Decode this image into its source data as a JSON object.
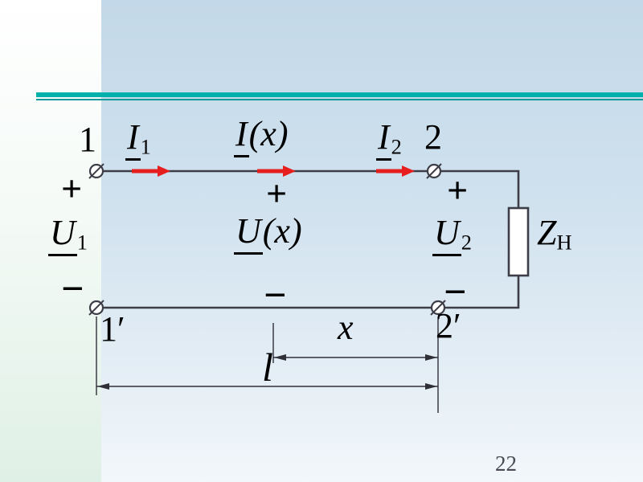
{
  "slide": {
    "page_number": "22"
  },
  "colors": {
    "wire": "#3d3d47",
    "arrow": "#e61e1e",
    "teal_rule": "#00b0ab",
    "background": "#cfe1ee",
    "left_band": "#e3f1e9",
    "load_fill": "#ffffff",
    "text": "#000000",
    "page_number": "#4a4a55"
  },
  "circuit": {
    "terminals": {
      "t1": "1",
      "t2": "2",
      "t1p": "1′",
      "t2p": "2′"
    },
    "currents": {
      "i1": {
        "base": "I",
        "sub": "1"
      },
      "ix": {
        "base": "I",
        "arg": "(x)"
      },
      "i2": {
        "base": "I",
        "sub": "2"
      }
    },
    "voltages": {
      "u1": {
        "base": "U",
        "sub": "1"
      },
      "ux": {
        "base": "U",
        "arg": "(x)"
      },
      "u2": {
        "base": "U",
        "sub": "2"
      }
    },
    "load": {
      "base": "Z",
      "sub": "H"
    },
    "polarity": {
      "plus": "+",
      "minus": "−"
    },
    "dimensions": {
      "x": "x",
      "l": "l"
    }
  }
}
